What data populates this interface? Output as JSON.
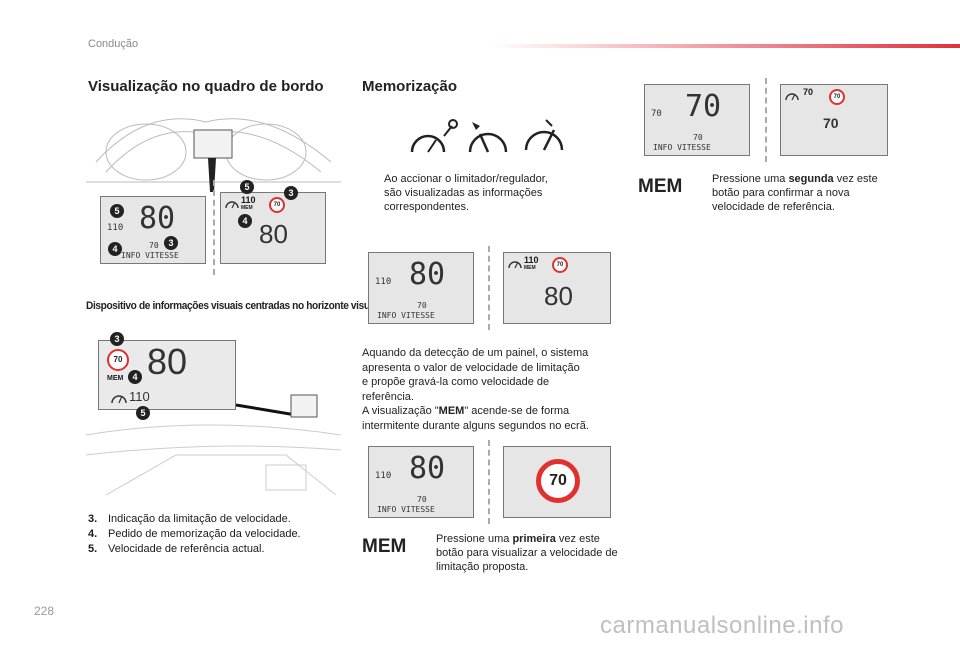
{
  "header": {
    "section": "Condução"
  },
  "page_number": "228",
  "watermark": "carmanualsonline.info",
  "left": {
    "title": "Visualização no quadro de bordo",
    "caption": "Dispositivo de informações visuais centradas no horizonte visual",
    "list": [
      {
        "num": "3.",
        "text": "Indicação da limitação de velocidade."
      },
      {
        "num": "4.",
        "text": "Pedido de memorização da velocidade."
      },
      {
        "num": "5.",
        "text": "Velocidade de referência actual."
      }
    ]
  },
  "middle": {
    "title": "Memorização",
    "bullet1": "Ao accionar o limitador/regulador, são visualizadas as informações correspondentes.",
    "para_lines": [
      "Aquando da detecção de um painel, o sistema",
      "apresenta o valor de velocidade de limitação",
      "e propõe gravá-la como velocidade de",
      "referência."
    ],
    "para2_pre": "A visualização \"",
    "para2_bold": "MEM",
    "para2_post": "\" acende-se de forma intermitente durante alguns segundos no ecrã.",
    "mem_label": "MEM",
    "press_pre": "Pressione uma ",
    "press_bold": "primeira",
    "press_post": " vez este botão para visualizar a velocidade de limitação proposta."
  },
  "right": {
    "mem_label": "MEM",
    "press_pre": "Pressione uma ",
    "press_bold": "segunda",
    "press_post": " vez este botão para confirmar a nova velocidade de referência."
  },
  "displays": {
    "speed": "80",
    "set_speed": "110",
    "limit": "70",
    "mem": "MEM",
    "info": "INFO VITESSE",
    "confirmed": "70"
  },
  "bullet_glyph": "",
  "badges": {
    "b3": "3",
    "b4": "4",
    "b5": "5"
  }
}
